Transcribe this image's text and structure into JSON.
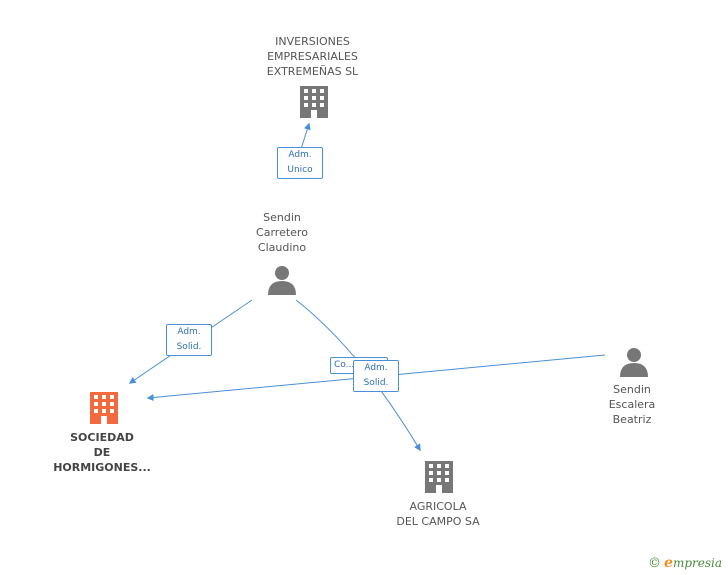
{
  "colors": {
    "edge": "#4a90d9",
    "node": "#777777",
    "focus": "#f26a3d"
  },
  "nodes": {
    "inversiones": {
      "label": "INVERSIONES\nEMPRESARIALES\nEXTREMEÑAS SL",
      "kind": "company"
    },
    "sendin_claudino": {
      "label": "Sendin\nCarretero\nClaudino",
      "kind": "person"
    },
    "sociedad": {
      "label": "SOCIEDAD\nDE\nHORMIGONES...",
      "kind": "company-focus"
    },
    "sendin_beatriz": {
      "label": "Sendin\nEscalera\nBeatriz",
      "kind": "person"
    },
    "agricola": {
      "label": "AGRICOLA\nDEL CAMPO SA",
      "kind": "company"
    }
  },
  "edges": {
    "adm_unico": "Adm.\nUnico",
    "adm_solid_1": "Adm.\nSolid.",
    "co": "Co...",
    "adm_solid_2": "Adm.\nSolid."
  },
  "brand": {
    "copyright": "©",
    "e": "e",
    "name": "mpresia"
  }
}
